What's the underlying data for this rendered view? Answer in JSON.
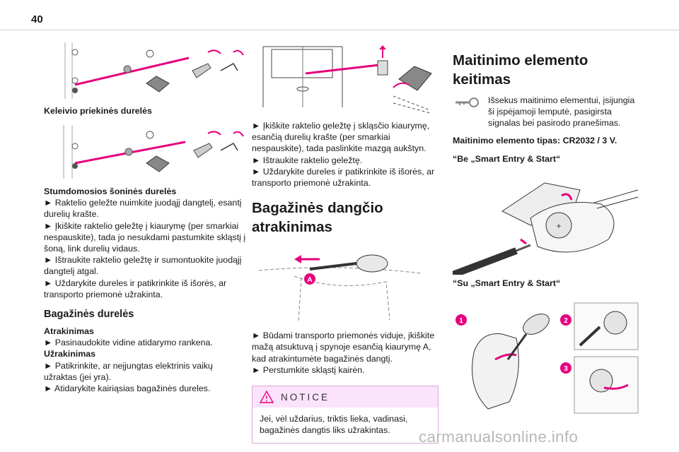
{
  "page_number": "40",
  "col1": {
    "caption_front": "Keleivio priekinės durelės",
    "sliding_heading": "Stumdomosios šoninės durelės",
    "sliding_lines": [
      "► Raktelio geležte nuimkite juodąjį dangtelį, esantį durelių krašte.",
      "► Įkiškite raktelio geležtę į kiaurymę (per smarkiai nespauskite), tada jo nesukdami pastumkite skląstį į šoną, link durelių vidaus.",
      "► Ištraukite raktelio geležtę ir sumontuokite juodąjį dangtelį atgal.",
      "► Uždarykite dureles ir patikrinkite iš išorės, ar transporto priemonė užrakinta."
    ],
    "rear_heading": "Bagažinės durelės",
    "locking_label": "Atrakinimas",
    "locking_line": "► Pasinaudokite vidine atidarymo rankena.",
    "unlocking_label": "Užrakinimas",
    "unlocking_lines": [
      "► Patikrinkite, ar neįjungtas elektrinis vaikų užraktas (jei yra).",
      "► Atidarykite kairiąsias bagažinės dureles."
    ]
  },
  "col2": {
    "tailgate_lines": [
      "► Įkiškite raktelio geležtę į skląsčio kiaurymę, esančią durelių krašte (per smarkiai nespauskite), tada paslinkite mazgą aukštyn.",
      "► Ištraukite raktelio geležtę.",
      "► Uždarykite dureles ir patikrinkite iš išorės, ar transporto priemonė užrakinta."
    ],
    "heading": "Bagažinės dangčio atrakinimas",
    "hatch_lines": [
      "► Būdami transporto priemonės viduje, įkiškite mažą atsuktuvą į spynoje esančią kiaurymę A, kad atrakintumėte bagažinės dangtį.",
      "► Perstumkite skląstį kairėn."
    ],
    "figure_label": "A",
    "notice_title": "NOTICE",
    "notice_text": "Jei, vėl uždarius, triktis lieka, vadinasi, bagažinės dangtis liks užrakintas."
  },
  "col3": {
    "heading": "Maitinimo elemento keitimas",
    "intro": "Išsekus maitinimo elementui, įsijungia ši įspėjamoji lemputė, pasigirsta signalas bei pasirodo pranešimas.",
    "battery_type": "Maitinimo elemento tipas: CR2032 / 3 V.",
    "without_smart": "“Be „Smart Entry & Start“",
    "with_smart": "“Su „Smart Entry & Start“",
    "step_labels": [
      "1",
      "2",
      "3"
    ]
  },
  "watermark": "carmanualsonline.info",
  "colors": {
    "accent": "#e6007e",
    "notice_bg": "#fbe3fb",
    "notice_border": "#d9a8d9",
    "watermark": "#b8b8b8"
  }
}
